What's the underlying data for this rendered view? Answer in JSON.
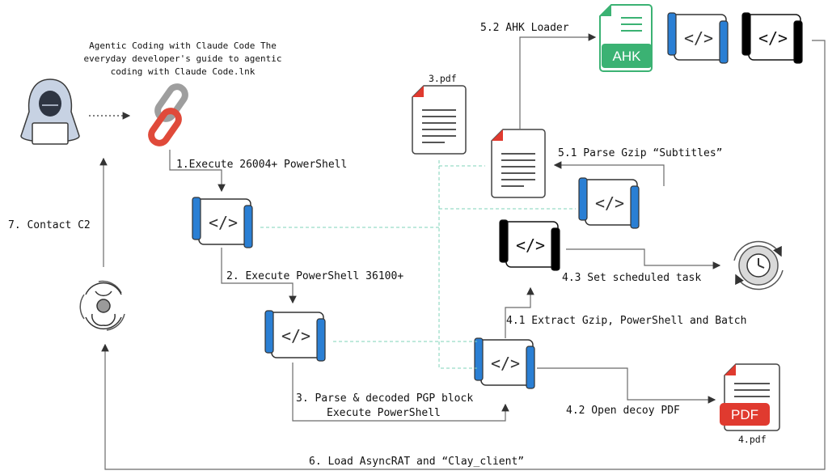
{
  "title_lines": [
    "Agentic Coding with Claude Code The",
    "everyday developer's guide to agentic",
    "coding with Claude Code.lnk"
  ],
  "labels": {
    "step1": "1.Execute 26004+ PowerShell",
    "step2": "2. Execute PowerShell 36100+",
    "step3_line1": "3. Parse & decoded PGP block",
    "step3_line2": "Execute PowerShell",
    "step41": "4.1 Extract Gzip, PowerShell and Batch",
    "step42": "4.2 Open decoy PDF",
    "step43": "4.3 Set scheduled task",
    "step51": "5.1 Parse Gzip “Subtitles”",
    "step52": "5.2 AHK Loader",
    "step6": "6. Load AsyncRAT and “Clay_client”",
    "step7": "7. Contact C2",
    "pdf3": "3.pdf",
    "pdf4": "4.pdf",
    "ahk_badge": "AHK",
    "pdf_badge": "PDF",
    "code_glyph": "</>"
  },
  "colors": {
    "blue_script": "#2a7fd4",
    "black_script": "#000000",
    "ahk_green": "#3bb273",
    "pdf_red": "#e03a2f",
    "link_red": "#e04a3a",
    "dashed_teal": "#7fd3b8"
  },
  "icons": {
    "hacker": "hacker-icon",
    "link": "chain-link-icon",
    "biohazard": "biohazard-icon",
    "gear_clock": "scheduled-task-icon"
  }
}
